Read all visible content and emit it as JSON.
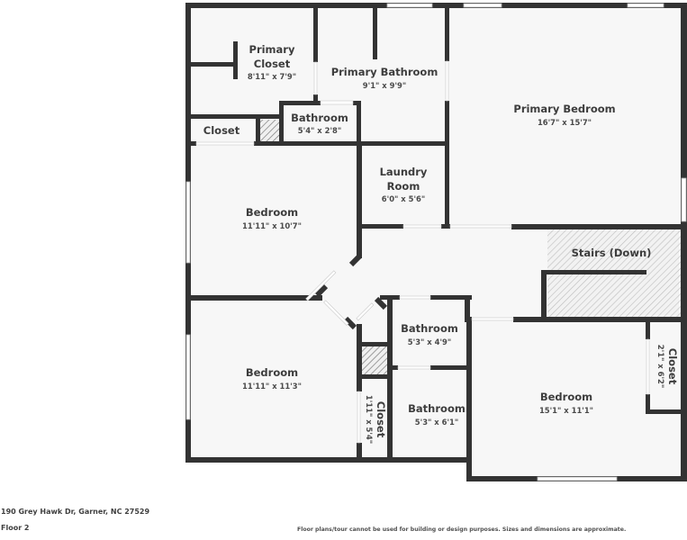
{
  "floorplan": {
    "address": "190 Grey Hawk Dr, Garner, NC 27529",
    "floor_label": "Floor 2",
    "disclaimer": "Floor plans/tour cannot be used for building or design purposes. Sizes and dimensions are approximate.",
    "colors": {
      "wall": "#333333",
      "floor": "#f7f7f7",
      "hatch": "#bdbdbd"
    },
    "rooms": {
      "primary_closet": {
        "name_line1": "Primary",
        "name_line2": "Closet",
        "dims": "8'11\" x 7'9\""
      },
      "primary_bathroom": {
        "name": "Primary Bathroom",
        "dims": "9'1\" x 9'9\""
      },
      "primary_bedroom": {
        "name": "Primary Bedroom",
        "dims": "16'7\" x 15'7\""
      },
      "closet_upper_left": {
        "name": "Closet"
      },
      "bathroom_small": {
        "name": "Bathroom",
        "dims": "5'4\" x 2'8\""
      },
      "laundry_room": {
        "name_line1": "Laundry",
        "name_line2": "Room",
        "dims": "6'0\" x 5'6\""
      },
      "bedroom_upper": {
        "name": "Bedroom",
        "dims": "11'11\" x 10'7\""
      },
      "stairs": {
        "name": "Stairs (Down)"
      },
      "bathroom_mid": {
        "name": "Bathroom",
        "dims": "5'3\" x 4'9\""
      },
      "bedroom_lower_left": {
        "name": "Bedroom",
        "dims": "11'11\" x 11'3\""
      },
      "closet_lower": {
        "name": "Closet",
        "dims": "1'11\" x 5'4\""
      },
      "bathroom_lower": {
        "name": "Bathroom",
        "dims": "5'3\" x 6'1\""
      },
      "bedroom_right": {
        "name": "Bedroom",
        "dims": "15'1\" x 11'1\""
      },
      "closet_right": {
        "name": "Closet",
        "dims": "2'1\" x 6'2\""
      }
    }
  }
}
